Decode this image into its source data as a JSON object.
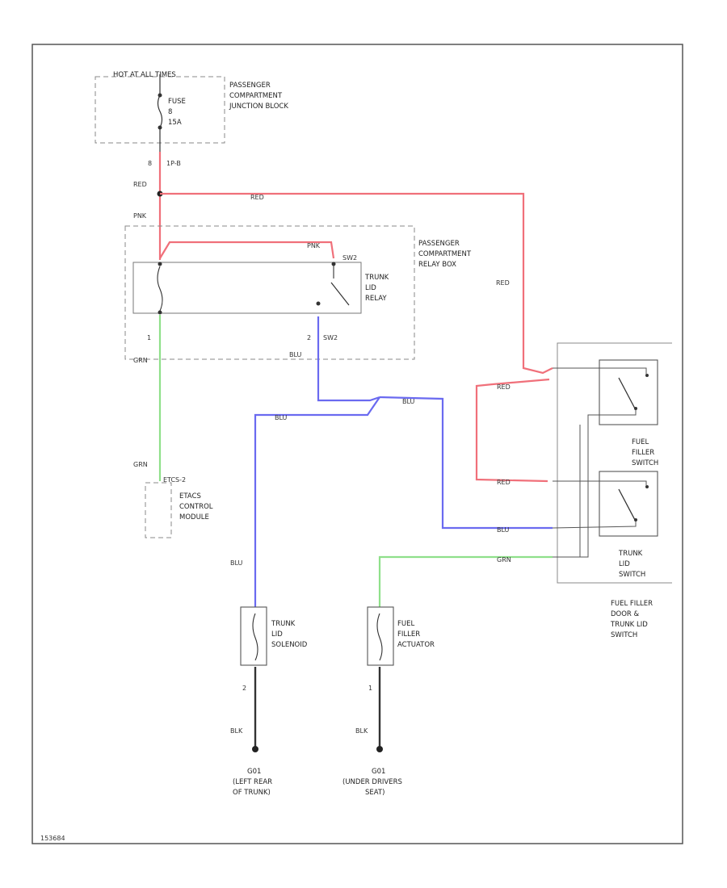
{
  "colors": {
    "red": "#f0707a",
    "green": "#8fe08a",
    "blue": "#6a6af0",
    "black": "#333333",
    "frame": "#555555",
    "dashed": "#888888"
  },
  "labels": {
    "hot_at_all_times": "HOT AT ALL TIMES",
    "fuse": [
      "FUSE",
      "8",
      "15A"
    ],
    "junction_block": [
      "PASSENGER",
      "COMPARTMENT",
      "JUNCTION BLOCK"
    ],
    "relay_box": [
      "PASSENGER",
      "COMPARTMENT",
      "RELAY BOX"
    ],
    "trunk_lid_relay": [
      "TRUNK",
      "LID",
      "RELAY"
    ],
    "etacs": [
      "ETACS",
      "CONTROL",
      "MODULE"
    ],
    "fuel_filler_switch": [
      "FUEL",
      "FILLER",
      "SWITCH"
    ],
    "trunk_lid_switch": [
      "TRUNK",
      "LID",
      "SWITCH"
    ],
    "switch_assembly": [
      "FUEL FILLER",
      "DOOR &",
      "TRUNK LID",
      "SWITCH"
    ],
    "trunk_lid_solenoid": [
      "TRUNK",
      "LID",
      "SOLENOID"
    ],
    "fuel_filler_actuator": [
      "FUEL",
      "FILLER",
      "ACTUATOR"
    ],
    "ground_left": [
      "G01",
      "(LEFT REAR",
      "OF TRUNK)"
    ],
    "ground_right": [
      "G01",
      "(UNDER DRIVERS",
      "SEAT)"
    ],
    "footer": "153684"
  },
  "connectors": {
    "fuse_pin": "8",
    "fuse_conn": "1P-B",
    "relay_pin_left": "1",
    "relay_pin_right": "2",
    "relay_right_conn": "SW2",
    "relay_right_top_conn": "SW2",
    "etacs_conn": "ETCS-2",
    "solenoid_pin": "2",
    "actuator_pin": "1"
  },
  "wires": {
    "red1": "RED",
    "red2": "RED",
    "red3": "RED",
    "red4": "RED",
    "red5": "RED",
    "pnk1": "PNK",
    "pnk2": "PNK",
    "grn1": "GRN",
    "grn2": "GRN",
    "grn3": "GRN",
    "blu1": "BLU",
    "blu2": "BLU",
    "blu3": "BLU",
    "blu4": "BLU",
    "blu5": "BLU",
    "blk1": "BLK",
    "blk2": "BLK"
  }
}
